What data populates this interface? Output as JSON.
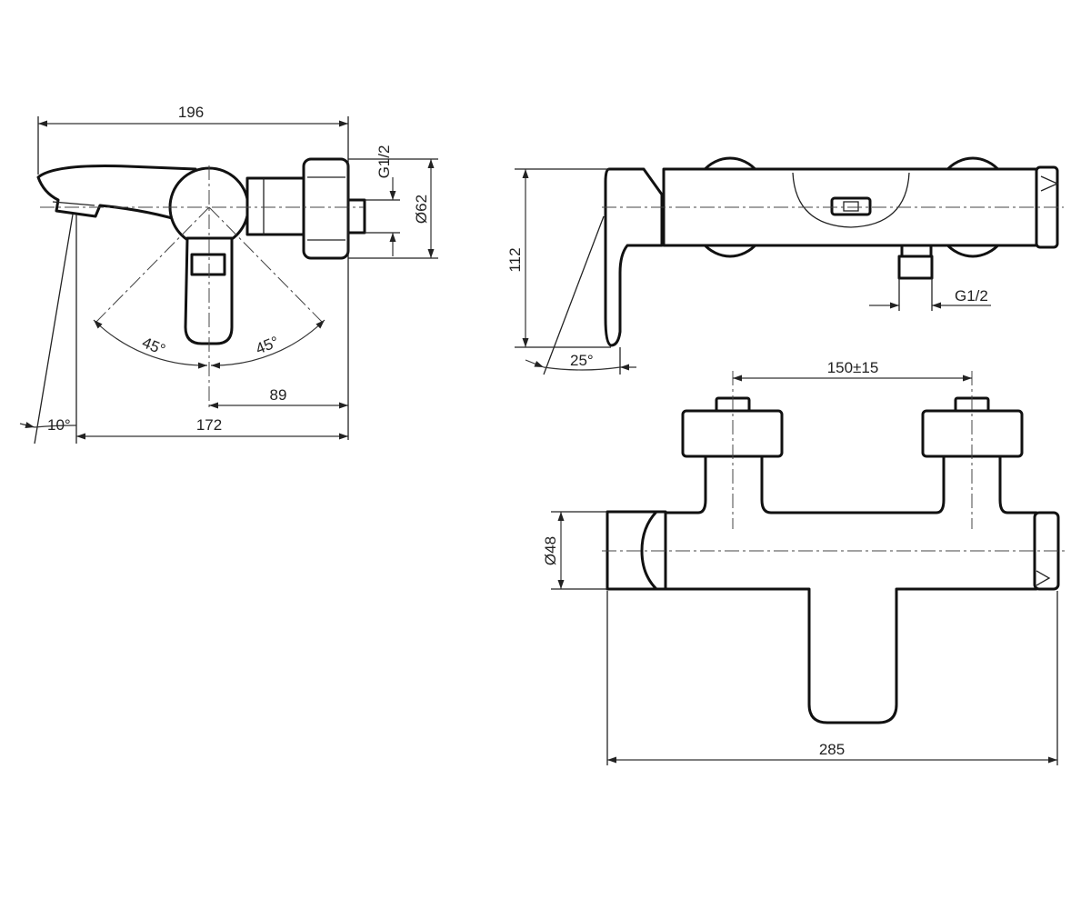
{
  "dimensions": {
    "side_overall_width": "196",
    "side_inlet_thread": "G1/2",
    "side_flange_diameter": "Ø62",
    "side_lever_angle_left": "45°",
    "side_lever_angle_right": "45°",
    "side_lever_offset": "89",
    "side_spout_reach": "172",
    "side_spout_angle": "10°",
    "top_height": "112",
    "top_outlet_thread": "G1/2",
    "top_tilt_angle": "25°",
    "front_centers": "150±15",
    "front_body_diameter": "Ø48",
    "front_overall_width": "285"
  },
  "colors": {
    "line": "#111111",
    "background": "#ffffff"
  }
}
